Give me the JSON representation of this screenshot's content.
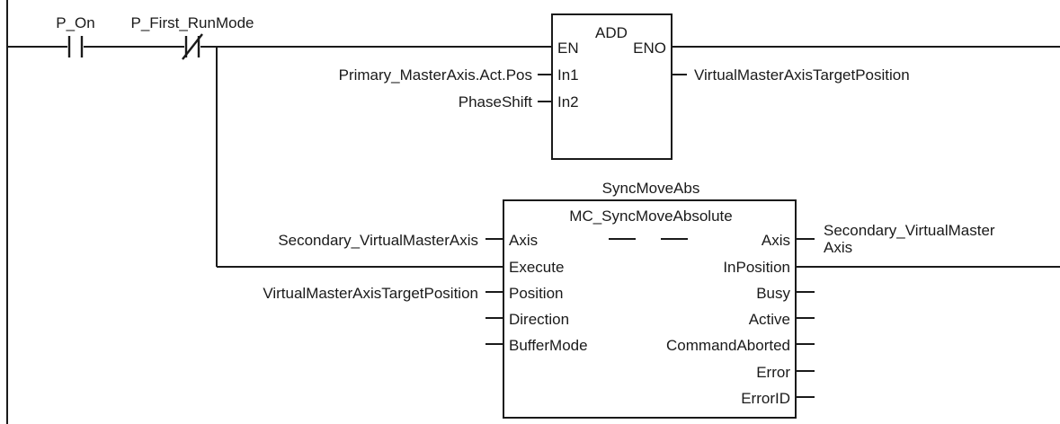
{
  "contacts": {
    "p_on": "P_On",
    "p_first_runmode": "P_First_RunMode"
  },
  "add_block": {
    "title": "ADD",
    "en": "EN",
    "eno": "ENO",
    "in1": "In1",
    "in2": "In2",
    "in1_var": "Primary_MasterAxis.Act.Pos",
    "in2_var": "PhaseShift",
    "out_var": "VirtualMasterAxisTargetPosition"
  },
  "sync_block": {
    "instance": "SyncMoveAbs",
    "type": "MC_SyncMoveAbsolute",
    "inputs": {
      "axis": "Axis",
      "execute": "Execute",
      "position": "Position",
      "direction": "Direction",
      "buffer_mode": "BufferMode"
    },
    "outputs": {
      "axis": "Axis",
      "in_position": "InPosition",
      "busy": "Busy",
      "active": "Active",
      "command_aborted": "CommandAborted",
      "error": "Error",
      "error_id": "ErrorID"
    },
    "axis_in_var": "Secondary_VirtualMasterAxis",
    "position_var": "VirtualMasterAxisTargetPosition",
    "axis_out_var_line1": "Secondary_VirtualMaster",
    "axis_out_var_line2": "Axis"
  }
}
